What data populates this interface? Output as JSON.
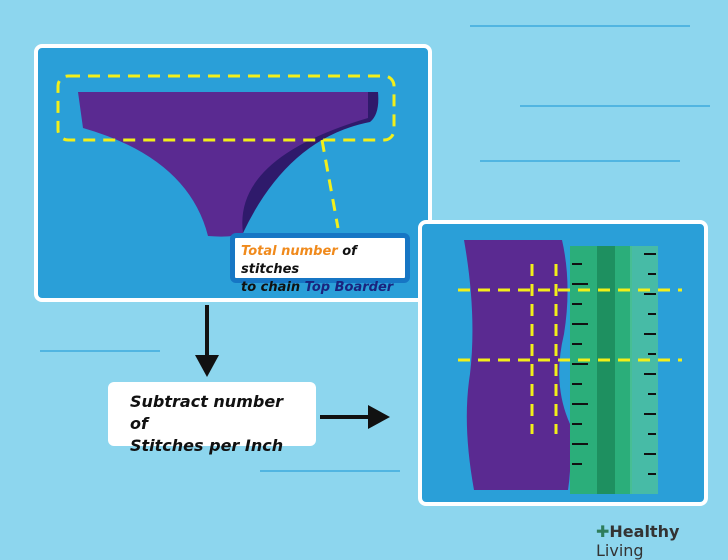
{
  "label_top": {
    "highlight": "Total number",
    "rest1": " of stitches",
    "line2a": "to chain ",
    "highlight2": "Top Boarder"
  },
  "label_bottom": {
    "line1": "Subtract number of",
    "line2": "Stitches per Inch"
  },
  "logo": {
    "text_bold": "Healthy",
    "text": " Living"
  },
  "colors": {
    "orange": "#f08a1c",
    "navy": "#1a237e",
    "purple": "#5a2a91",
    "yellow": "#f2ef1a"
  }
}
